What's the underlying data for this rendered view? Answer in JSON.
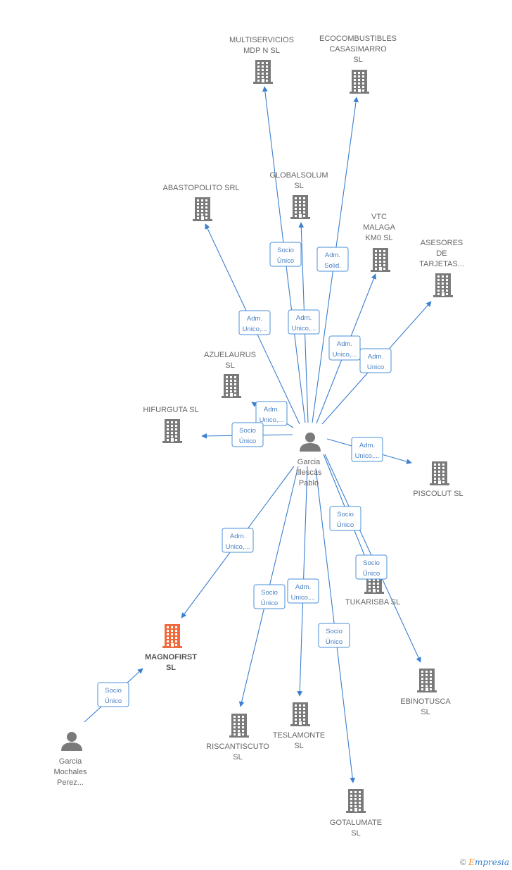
{
  "nodes": [
    {
      "id": "multiservicios",
      "type": "company",
      "label": [
        "MULTISERVICIOS",
        "MDP N  SL"
      ]
    },
    {
      "id": "ecocombustibles",
      "type": "company",
      "label": [
        "ECOCOMBUSTIBLES",
        "CASASIMARRO",
        "SL"
      ]
    },
    {
      "id": "abastopolito",
      "type": "company",
      "label": [
        "ABASTOPOLITO SRL"
      ]
    },
    {
      "id": "globalsolum",
      "type": "company",
      "label": [
        "GLOBALSOLUM",
        "SL"
      ]
    },
    {
      "id": "vtc-malaga",
      "type": "company",
      "label": [
        "VTC",
        "MALAGA",
        "KM0  SL"
      ]
    },
    {
      "id": "asesores",
      "type": "company",
      "label": [
        "ASESORES",
        "DE",
        "TARJETAS..."
      ]
    },
    {
      "id": "azuelaurus",
      "type": "company",
      "label": [
        "AZUELAURUS",
        "SL"
      ]
    },
    {
      "id": "hifurguta",
      "type": "company",
      "label": [
        "HIFURGUTA  SL"
      ]
    },
    {
      "id": "piscolut",
      "type": "company",
      "label": [
        "PISCOLUT  SL"
      ]
    },
    {
      "id": "tukarisba",
      "type": "company",
      "label": [
        "TUKARISBA  SL"
      ]
    },
    {
      "id": "ebinotusca",
      "type": "company",
      "label": [
        "EBINOTUSCA",
        "SL"
      ]
    },
    {
      "id": "magnofirst",
      "type": "company",
      "highlight": true,
      "label": [
        "MAGNOFIRST",
        "SL"
      ]
    },
    {
      "id": "riscantiscuto",
      "type": "company",
      "label": [
        "RISCANTISCUTO",
        "SL"
      ]
    },
    {
      "id": "teslamonte",
      "type": "company",
      "label": [
        "TESLAMONTE",
        "SL"
      ]
    },
    {
      "id": "gotalumate",
      "type": "company",
      "label": [
        "GOTALUMATE",
        "SL"
      ]
    },
    {
      "id": "garcia-illescas",
      "type": "person",
      "label": [
        "Garcia",
        "Illescas",
        "Pablo"
      ]
    },
    {
      "id": "garcia-mochales",
      "type": "person",
      "label": [
        "Garcia",
        "Mochales",
        "Perez..."
      ]
    }
  ],
  "edges": [
    {
      "id": "e-multi",
      "from": "garcia-illescas",
      "to": "multiservicios",
      "label": [
        "Socio",
        "Único"
      ]
    },
    {
      "id": "e-eco",
      "from": "garcia-illescas",
      "to": "ecocombustibles",
      "label": [
        "Adm.",
        "Solid."
      ]
    },
    {
      "id": "e-abasto",
      "from": "garcia-illescas",
      "to": "abastopolito",
      "label": [
        "Adm.",
        "Unico,..."
      ]
    },
    {
      "id": "e-global",
      "from": "garcia-illescas",
      "to": "globalsolum",
      "label": [
        "Adm.",
        "Unico,..."
      ]
    },
    {
      "id": "e-vtc",
      "from": "garcia-illescas",
      "to": "vtc-malaga",
      "label": [
        "Adm.",
        "Unico,..."
      ]
    },
    {
      "id": "e-asesores",
      "from": "garcia-illescas",
      "to": "asesores",
      "label": [
        "Adm.",
        "Unico"
      ]
    },
    {
      "id": "e-azue",
      "from": "garcia-illescas",
      "to": "azuelaurus",
      "label": [
        "Adm.",
        "Unico,..."
      ]
    },
    {
      "id": "e-hifur",
      "from": "garcia-illescas",
      "to": "hifurguta",
      "label": [
        "Socio",
        "Único"
      ]
    },
    {
      "id": "e-piscolut",
      "from": "garcia-illescas",
      "to": "piscolut",
      "label": [
        "Adm.",
        "Unico,..."
      ]
    },
    {
      "id": "e-tuka1",
      "from": "garcia-illescas",
      "to": "tukarisba",
      "label": [
        "Socio",
        "Único"
      ]
    },
    {
      "id": "e-tuka2",
      "from": "garcia-illescas",
      "to": "ebinotusca",
      "label": [
        "Socio",
        "Único"
      ]
    },
    {
      "id": "e-magno",
      "from": "garcia-illescas",
      "to": "magnofirst",
      "label": [
        "Adm.",
        "Unico,..."
      ]
    },
    {
      "id": "e-riscan",
      "from": "garcia-illescas",
      "to": "riscantiscuto",
      "label": [
        "Socio",
        "Único"
      ]
    },
    {
      "id": "e-tesla",
      "from": "garcia-illescas",
      "to": "teslamonte",
      "label": [
        "Adm.",
        "Unico,..."
      ]
    },
    {
      "id": "e-gotal",
      "from": "garcia-illescas",
      "to": "gotalumate",
      "label": [
        "Socio",
        "Único"
      ]
    },
    {
      "id": "e-mochales",
      "from": "garcia-mochales",
      "to": "magnofirst",
      "label": [
        "Socio",
        "Único"
      ]
    }
  ],
  "colors": {
    "edge": "#3a7fd0",
    "node": "#7a7a7a",
    "highlight": "#f26a3b",
    "label_text": "#4a7fc1"
  },
  "credit": {
    "symbol": "©",
    "brand_initial": "E",
    "brand_rest": "mpresia"
  }
}
